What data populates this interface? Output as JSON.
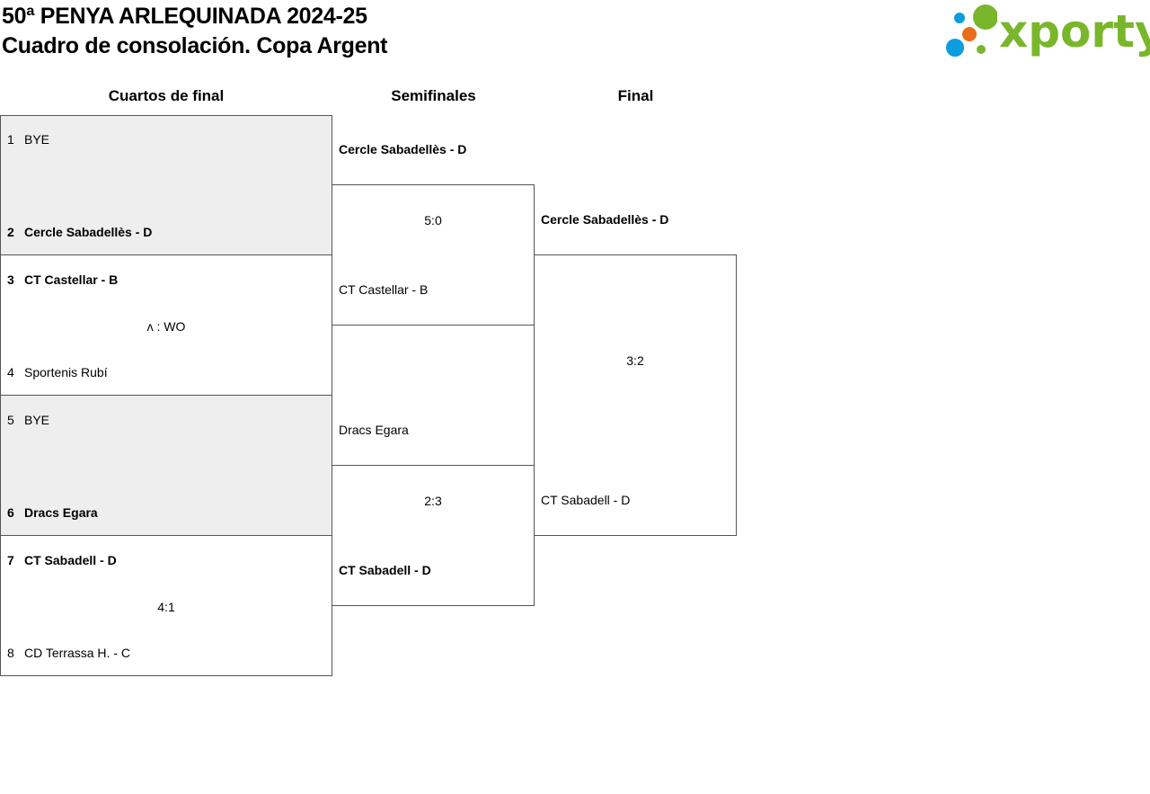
{
  "header": {
    "title_line1": "50ª PENYA ARLEQUINADA 2024-25",
    "title_line2": "Cuadro de consolación. Copa Argent",
    "logo_text": "xporty"
  },
  "rounds": {
    "quarterfinals": "Cuartos de final",
    "semifinals": "Semifinales",
    "final": "Final"
  },
  "quarterfinals": [
    {
      "top_seed": "1",
      "top_name": "BYE",
      "bottom_seed": "2",
      "bottom_name": "Cercle Sabadellès - D",
      "score": ""
    },
    {
      "top_seed": "3",
      "top_name": "CT Castellar - B",
      "bottom_seed": "4",
      "bottom_name": "Sportenis Rubí",
      "score": "ʌ : WO"
    },
    {
      "top_seed": "5",
      "top_name": "BYE",
      "bottom_seed": "6",
      "bottom_name": "Dracs Egara",
      "score": ""
    },
    {
      "top_seed": "7",
      "top_name": "CT Sabadell - D",
      "bottom_seed": "8",
      "bottom_name": "CD Terrassa H. - C",
      "score": "4:1"
    }
  ],
  "semifinals": [
    {
      "top_name": "Cercle Sabadellès - D",
      "bottom_name": "CT Castellar - B",
      "score": "5:0"
    },
    {
      "top_name": "Dracs Egara",
      "bottom_name": "CT Sabadell - D",
      "score": "2:3"
    }
  ],
  "final": {
    "top_name": "Cercle Sabadellès - D",
    "bottom_name": "CT Sabadell - D",
    "score": "3:2"
  },
  "colors": {
    "logo_green": "#79b62c",
    "logo_blue": "#0a9ee0",
    "logo_orange": "#e86e1c",
    "bye_bg": "#eeeeee"
  }
}
